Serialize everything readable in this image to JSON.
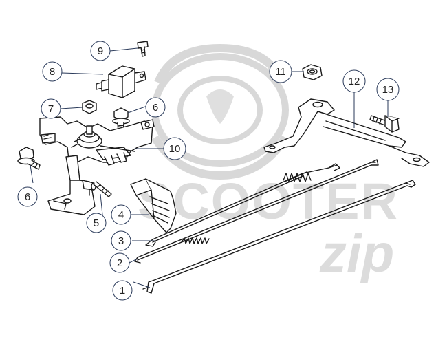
{
  "colors": {
    "line": "#1a1a1a",
    "callout_stroke": "#2a3a5a",
    "watermark": "#d4d4d4",
    "background": "#ffffff"
  },
  "watermark": {
    "brand_top": "SCOOTER",
    "brand_bottom": "zip"
  },
  "callouts": [
    {
      "id": "1",
      "label": "1"
    },
    {
      "id": "2",
      "label": "2"
    },
    {
      "id": "3",
      "label": "3"
    },
    {
      "id": "4",
      "label": "4"
    },
    {
      "id": "5",
      "label": "5"
    },
    {
      "id": "6a",
      "label": "6"
    },
    {
      "id": "6b",
      "label": "6"
    },
    {
      "id": "7",
      "label": "7"
    },
    {
      "id": "8",
      "label": "8"
    },
    {
      "id": "9",
      "label": "9"
    },
    {
      "id": "10",
      "label": "10"
    },
    {
      "id": "11",
      "label": "11"
    },
    {
      "id": "12",
      "label": "12"
    },
    {
      "id": "13",
      "label": "13"
    }
  ]
}
